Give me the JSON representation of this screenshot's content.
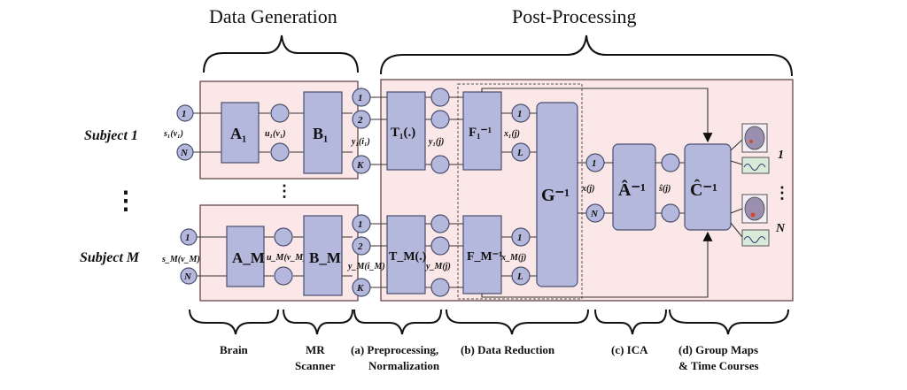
{
  "headings": {
    "data_generation": "Data Generation",
    "post_processing": "Post-Processing"
  },
  "subjects": {
    "subject1": "Subject 1",
    "subjectM": "Subject M",
    "vertical_dots": "⋮"
  },
  "signals": {
    "s1": "s₁(v₁)",
    "sM": "s_M(v_M)",
    "u1": "u₁(v₁)",
    "uM": "u_M(v_M)",
    "y1i": "y₁(i₁)",
    "yMi": "y_M(i_M)",
    "y1j": "y₁(j)",
    "yMj": "y_M(j)",
    "x1": "x₁(j)",
    "xM": "x_M(j)",
    "x": "x(j)",
    "s_hat": "ŝ(j)"
  },
  "blocks": {
    "A1": "A₁",
    "AM": "A_M",
    "B1": "B₁",
    "BM": "B_M",
    "T1": "T₁(.)",
    "TM": "T_M(.)",
    "F1": "F₁⁻¹",
    "FM": "F_M⁻¹",
    "G": "G⁻¹",
    "A_hat": "Â⁻¹",
    "C_hat": "Ĉ⁻¹"
  },
  "nodes": {
    "first": "1",
    "second": "2",
    "N": "N",
    "K": "K",
    "L": "L"
  },
  "outputs": {
    "top_label": "1",
    "bottom_label": "N",
    "middle_dots": "⋮"
  },
  "captions": {
    "brain": "Brain",
    "mr_line1": "MR",
    "mr_line2": "Scanner",
    "pre_line1": "(a) Preprocessing,",
    "pre_line2": "Normalization",
    "data_reduction": "(b) Data Reduction",
    "ica": "(c) ICA",
    "group_line1": "(d) Group Maps",
    "group_line2": "& Time Courses"
  }
}
